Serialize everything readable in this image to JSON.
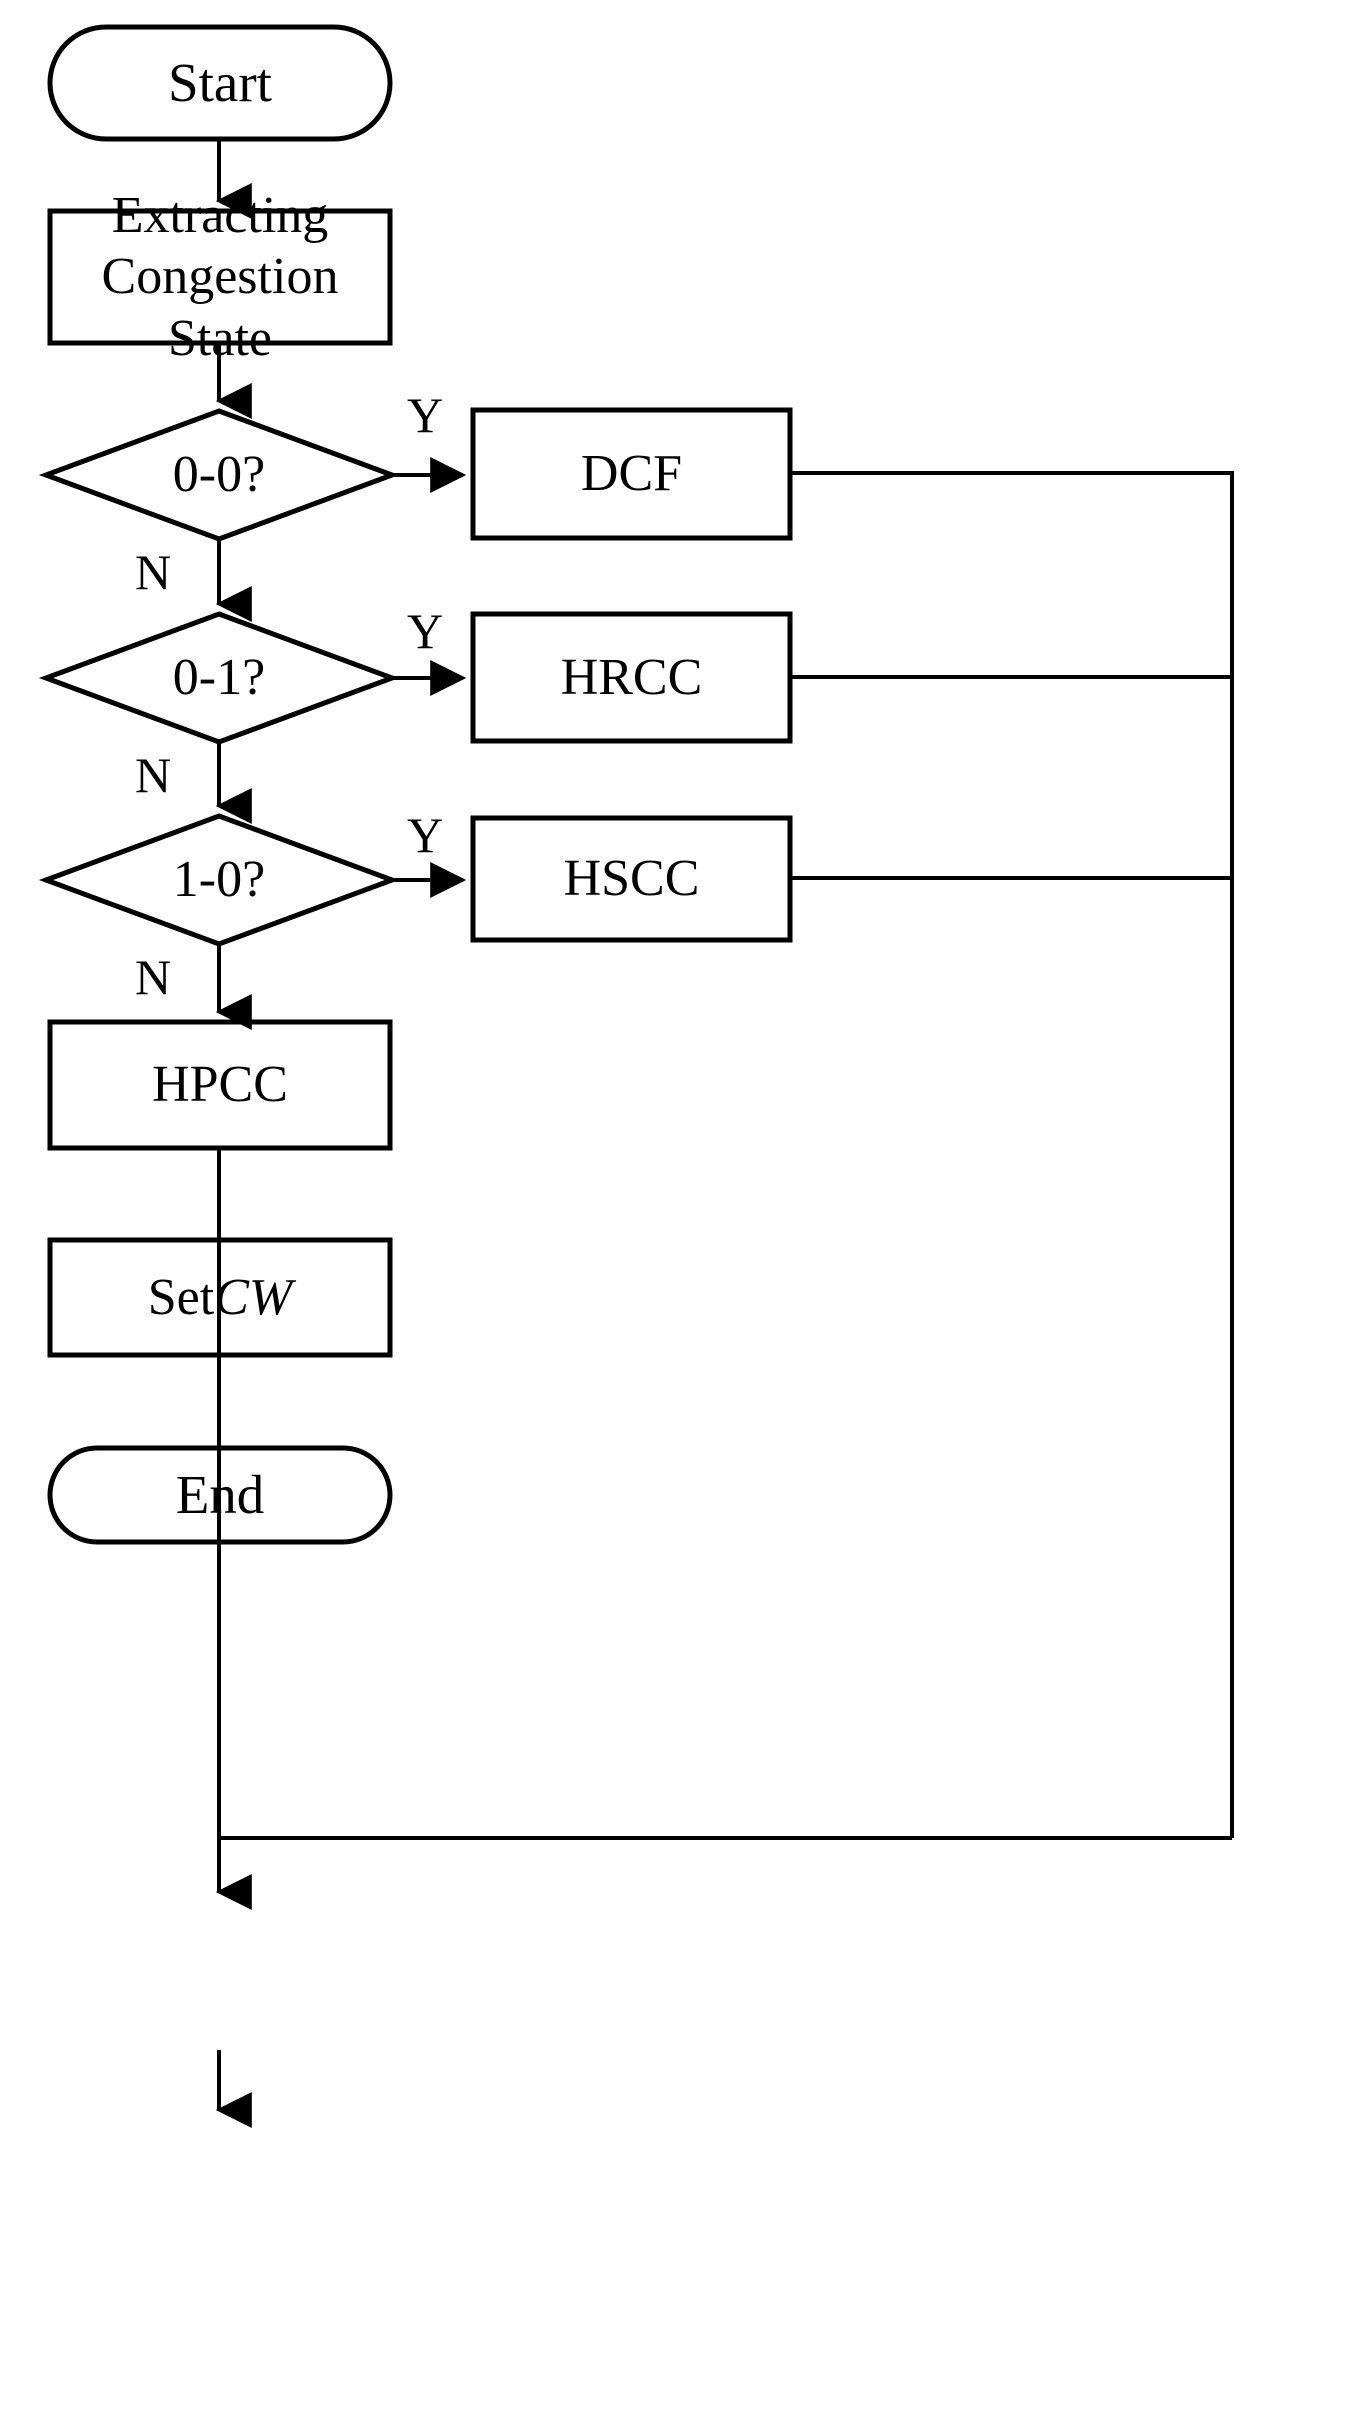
{
  "diagram": {
    "title": "Congestion Control Mechanism Selection Flowchart",
    "background_color": "#ffffff",
    "stroke_color": "#000000",
    "text_color": "#000000"
  },
  "nodes": {
    "start": {
      "label": "Start",
      "shape": "terminal"
    },
    "extract": {
      "label": "Extracting\nCongestion State",
      "shape": "process"
    },
    "decision1": {
      "label": "0-0?",
      "shape": "decision"
    },
    "decision2": {
      "label": "0-1?",
      "shape": "decision"
    },
    "decision3": {
      "label": "1-0?",
      "shape": "decision"
    },
    "dcf": {
      "label": "DCF",
      "shape": "process"
    },
    "hrcc": {
      "label": "HRCC",
      "shape": "process"
    },
    "hscc": {
      "label": "HSCC",
      "shape": "process"
    },
    "hpcc": {
      "label": "HPCC",
      "shape": "process"
    },
    "setcw": {
      "label_prefix": "Set ",
      "label_var": "CW",
      "shape": "process"
    },
    "end": {
      "label": "End",
      "shape": "terminal"
    }
  },
  "branch_labels": {
    "yes1": "Y",
    "no1": "N",
    "yes2": "Y",
    "no2": "N",
    "yes3": "Y",
    "no3": "N"
  },
  "edges": [
    {
      "from": "start",
      "to": "extract",
      "label": ""
    },
    {
      "from": "extract",
      "to": "decision1",
      "label": ""
    },
    {
      "from": "decision1",
      "to": "dcf",
      "label": "Y"
    },
    {
      "from": "decision1",
      "to": "decision2",
      "label": "N"
    },
    {
      "from": "decision2",
      "to": "hrcc",
      "label": "Y"
    },
    {
      "from": "decision2",
      "to": "decision3",
      "label": "N"
    },
    {
      "from": "decision3",
      "to": "hscc",
      "label": "Y"
    },
    {
      "from": "decision3",
      "to": "hpcc",
      "label": "N"
    },
    {
      "from": "dcf",
      "to": "setcw",
      "label": ""
    },
    {
      "from": "hrcc",
      "to": "setcw",
      "label": ""
    },
    {
      "from": "hscc",
      "to": "setcw",
      "label": ""
    },
    {
      "from": "hpcc",
      "to": "setcw",
      "label": ""
    },
    {
      "from": "setcw",
      "to": "end",
      "label": ""
    }
  ]
}
